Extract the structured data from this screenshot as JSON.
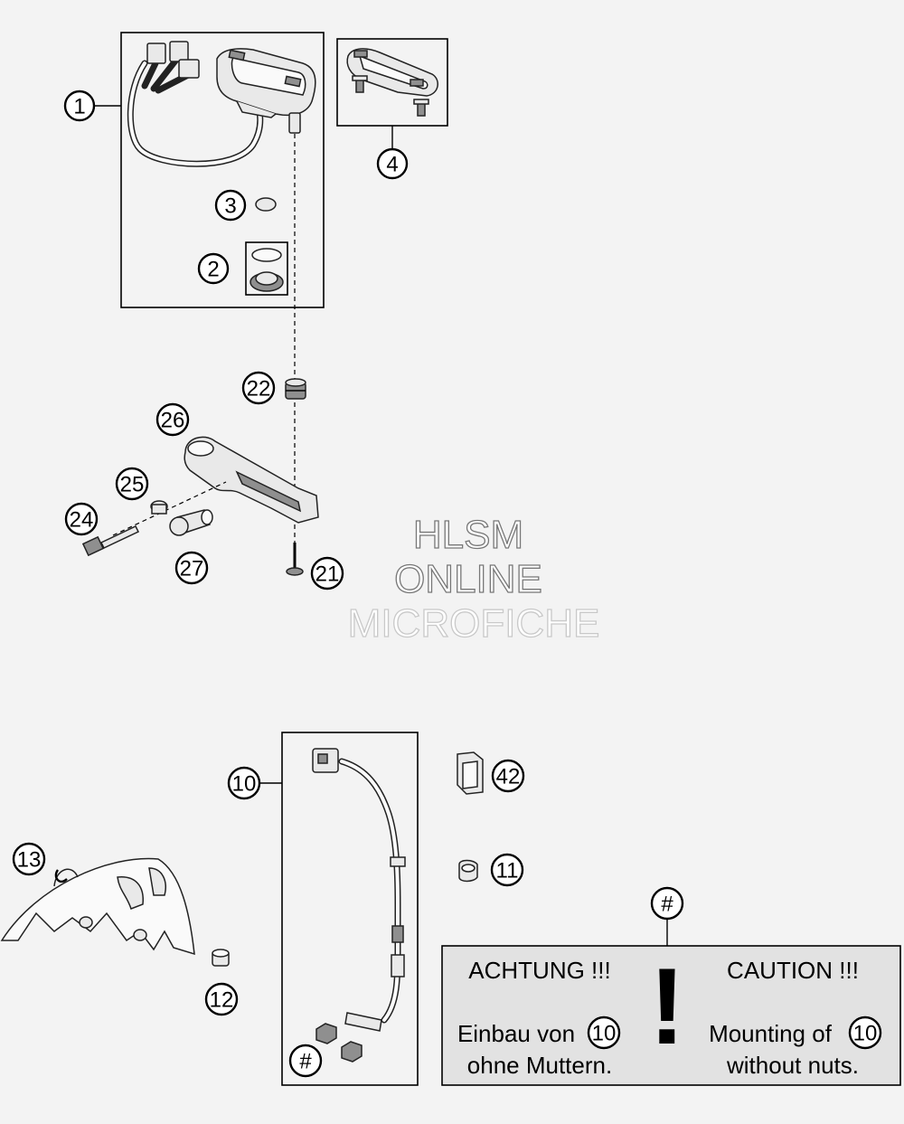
{
  "callouts": {
    "c1": "1",
    "c2": "2",
    "c3": "3",
    "c4": "4",
    "c10": "10",
    "c11": "11",
    "c12": "12",
    "c13": "13",
    "c21": "21",
    "c22": "22",
    "c24": "24",
    "c25": "25",
    "c26": "26",
    "c27": "27",
    "c42": "42",
    "hash_top": "#",
    "hash_bottom": "#"
  },
  "watermark": {
    "line1": "HLSM",
    "line2": "ONLINE",
    "line3": "MICROFICHE"
  },
  "caution": {
    "german_title": "ACHTUNG !!!",
    "german_line1": "Einbau von",
    "german_ref": "10",
    "german_line2": "ohne Muttern.",
    "english_title": "CAUTION !!!",
    "english_line1": "Mounting of",
    "english_ref": "10",
    "english_line2": "without nuts.",
    "symbol": "!"
  },
  "colors": {
    "background": "#f3f3f3",
    "caution_panel": "#e2e2e2"
  }
}
